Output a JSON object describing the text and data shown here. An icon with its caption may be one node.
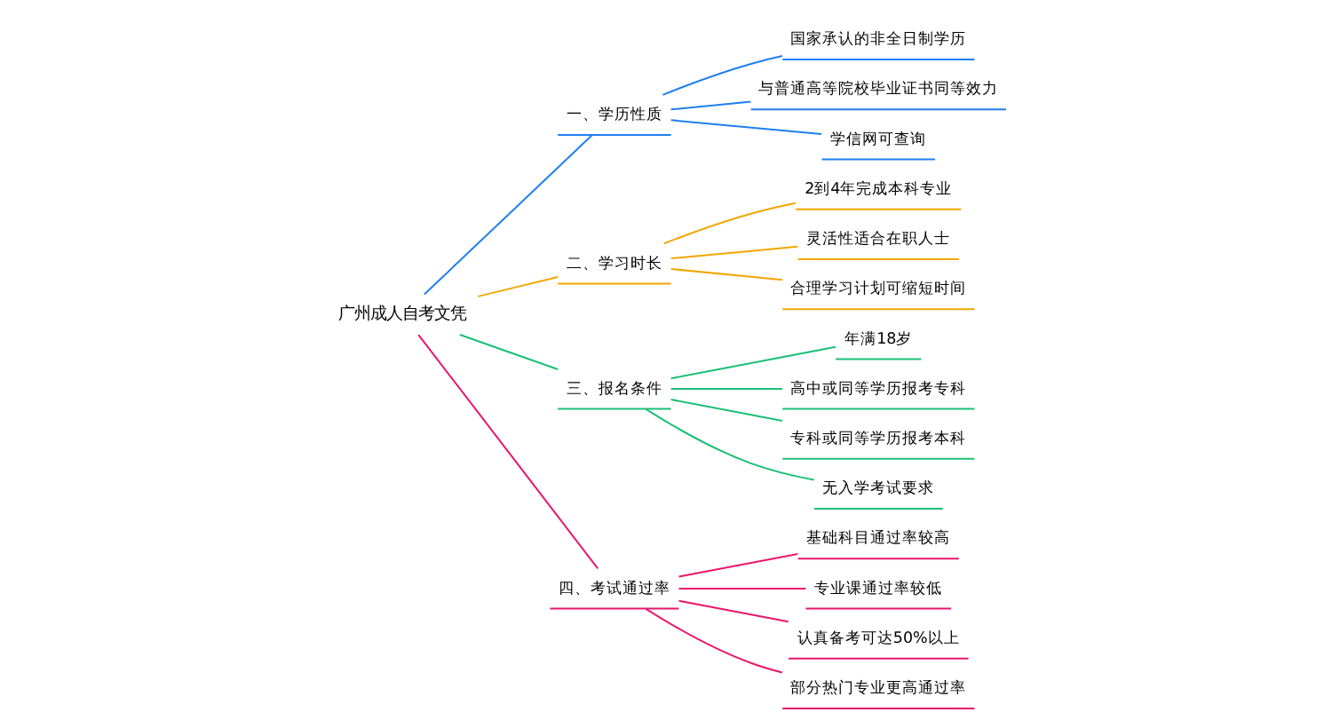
{
  "diagram": {
    "nodes": [
      {
        "text": [
          "广州成人自考文凭"
        ]
      },
      {
        "text": [
          "一、学历性质"
        ]
      },
      {
        "text": [
          "国家承认的非全日制学历"
        ]
      },
      {
        "text": [
          "与普通高等院校毕业证书同等效力"
        ]
      },
      {
        "text": [
          "学信网可查询"
        ]
      },
      {
        "text": [
          "二、学习时长"
        ]
      },
      {
        "text": [
          "2到4年完成本科专业"
        ]
      },
      {
        "text": [
          "灵活性适合在职人士"
        ]
      },
      {
        "text": [
          "合理学习计划可缩短时间"
        ]
      },
      {
        "text": [
          "三、报名条件"
        ]
      },
      {
        "text": [
          "年满18岁"
        ]
      },
      {
        "text": [
          "高中或同等学历报考专科"
        ]
      },
      {
        "text": [
          "专科或同等学历报考本科"
        ]
      },
      {
        "text": [
          "无入学考试要求"
        ]
      },
      {
        "text": [
          "四、考试通过率"
        ]
      },
      {
        "text": [
          "基础科目通过率较高"
        ]
      },
      {
        "text": [
          "专业课通过率较低"
        ]
      },
      {
        "text": [
          "认真备考可达50%以上"
        ]
      },
      {
        "text": [
          "部分热门专业更高通过率"
        ]
      }
    ],
    "edges": [
      {
        "from": 0,
        "to": 1,
        "arrow": "none",
        "color": "#1f7fef"
      },
      {
        "from": 1,
        "to": 2,
        "arrow": "none",
        "color": "#1f7fef"
      },
      {
        "from": 1,
        "to": 3,
        "arrow": "none",
        "color": "#1f7fef"
      },
      {
        "from": 1,
        "to": 4,
        "arrow": "none",
        "color": "#1f7fef"
      },
      {
        "from": 0,
        "to": 5,
        "arrow": "none",
        "color": "#f3a600"
      },
      {
        "from": 5,
        "to": 6,
        "arrow": "none",
        "color": "#f3a600"
      },
      {
        "from": 5,
        "to": 7,
        "arrow": "none",
        "color": "#f3a600"
      },
      {
        "from": 5,
        "to": 8,
        "arrow": "none",
        "color": "#f3a600"
      },
      {
        "from": 0,
        "to": 9,
        "arrow": "none",
        "color": "#1bbf78"
      },
      {
        "from": 9,
        "to": 10,
        "arrow": "none",
        "color": "#1bbf78"
      },
      {
        "from": 9,
        "to": 11,
        "arrow": "none",
        "color": "#1bbf78"
      },
      {
        "from": 9,
        "to": 12,
        "arrow": "none",
        "color": "#1bbf78"
      },
      {
        "from": 9,
        "to": 13,
        "arrow": "none",
        "color": "#1bbf78"
      },
      {
        "from": 0,
        "to": 14,
        "arrow": "none",
        "color": "#e8176d"
      },
      {
        "from": 14,
        "to": 15,
        "arrow": "none",
        "color": "#e8176d"
      },
      {
        "from": 14,
        "to": 16,
        "arrow": "none",
        "color": "#e8176d"
      },
      {
        "from": 14,
        "to": 17,
        "arrow": "none",
        "color": "#e8176d"
      },
      {
        "from": 14,
        "to": 18,
        "arrow": "none",
        "color": "#e8176d"
      }
    ]
  }
}
